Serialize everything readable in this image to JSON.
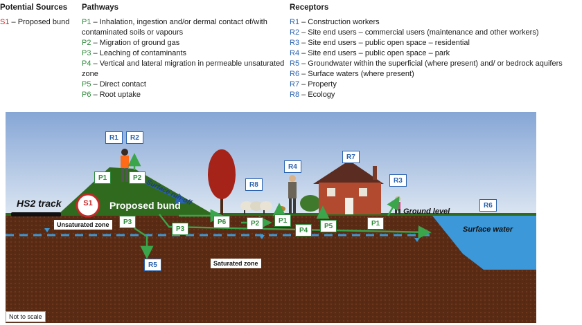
{
  "sources": {
    "heading": "Potential Sources",
    "items": [
      {
        "code": "S1",
        "text": " – Proposed bund"
      }
    ]
  },
  "pathways": {
    "heading": "Pathways",
    "items": [
      {
        "code": "P1",
        "text": " – Inhalation, ingestion and/or dermal contact of/with contaminated soils or vapours"
      },
      {
        "code": "P2",
        "text": " – Migration of ground gas"
      },
      {
        "code": "P3",
        "text": " – Leaching of contaminants"
      },
      {
        "code": "P4",
        "text": " – Vertical and lateral migration in permeable unsaturated zone"
      },
      {
        "code": "P5",
        "text": " – Direct contact"
      },
      {
        "code": "P6",
        "text": " – Root uptake"
      }
    ]
  },
  "receptors": {
    "heading": "Receptors",
    "items": [
      {
        "code": "R1",
        "text": " –  Construction workers"
      },
      {
        "code": "R2",
        "text": " – Site end users – commercial users (maintenance and other workers)"
      },
      {
        "code": "R3",
        "text": " – Site end users – public open space – residential"
      },
      {
        "code": "R4",
        "text": " – Site end users – public open space – park"
      },
      {
        "code": "R5",
        "text": " –  Groundwater within the superficial (where present) and/ or bedrock aquifers"
      },
      {
        "code": "R6",
        "text": " – Surface waters (where present)"
      },
      {
        "code": "R7",
        "text": " – Property"
      },
      {
        "code": "R8",
        "text": " – Ecology"
      }
    ]
  },
  "diagram": {
    "hs2_track": "HS2 track",
    "source_badge": "S1",
    "bund_label": "Proposed bund",
    "runoff_label": "Surface run-off",
    "ground_level": "Ground level",
    "unsaturated_zone": "Unsaturated zone",
    "saturated_zone": "Saturated zone",
    "surface_water": "Surface water",
    "scale_note": "Not to scale",
    "receptor_tags": {
      "r1": "R1",
      "r2": "R2",
      "r3": "R3",
      "r4": "R4",
      "r5": "R5",
      "r6": "R6",
      "r7": "R7",
      "r8": "R8"
    },
    "pathway_tags": {
      "p1_bund": "P1",
      "p2_bund": "P2",
      "p3_ground": "P3",
      "p3_left": "P3",
      "p6": "P6",
      "p2_ground": "P2",
      "p1_park": "P1",
      "p4": "P4",
      "p5": "P5",
      "p1_house": "P1"
    }
  },
  "colors": {
    "soil": "#5a2b14",
    "grass": "#2f6a1f",
    "water": "#3c98d8",
    "arrow": "#3aa54a",
    "sky_top": "#86a6d6",
    "sky_bottom": "#dce6f2"
  }
}
